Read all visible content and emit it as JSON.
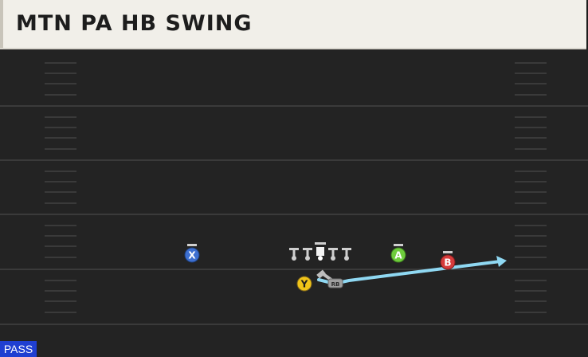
{
  "play": {
    "name": "MTN PA HB SWING",
    "type_badge": "PASS"
  },
  "players": {
    "x": {
      "label": "X",
      "color": "#3d6fd0"
    },
    "y": {
      "label": "Y",
      "color": "#f0c419"
    },
    "a": {
      "label": "A",
      "color": "#6ecc3c"
    },
    "b": {
      "label": "B",
      "color": "#d63b3b"
    },
    "rb": {
      "label": "RB",
      "color": "#9e9e9e"
    }
  },
  "route_color": "#8fd8f2"
}
